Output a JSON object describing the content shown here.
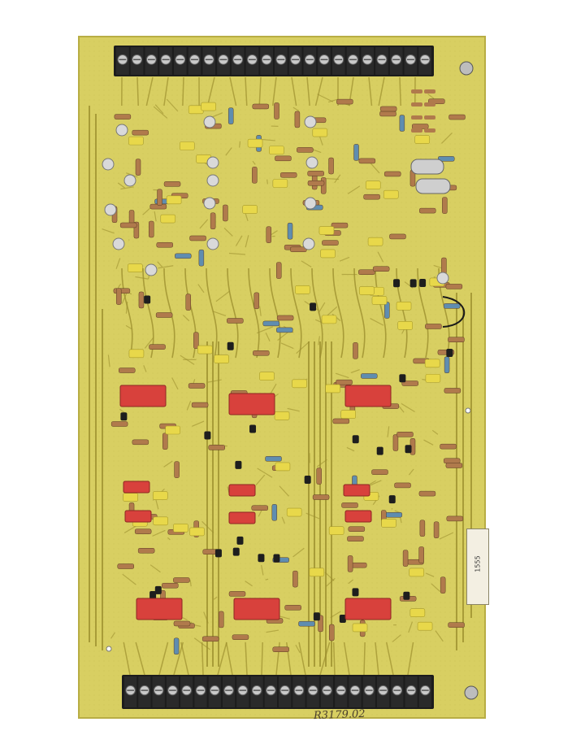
{
  "image": {
    "subject": "printed-circuit-board",
    "colors": {
      "board": "#d8cf62",
      "board_edge": "#c6bb4a",
      "trace": "#9c8f2e",
      "terminal_block": "#1c1c1c",
      "screw": "#c9c9c9",
      "relay_red": "#d8413c",
      "cap_yellow": "#e8d84a",
      "resistor": "#b07a4c",
      "can_cap": "#d9d9d9"
    }
  },
  "labels": {
    "serial": "R3179.02",
    "sticker": "1555"
  },
  "top_terminals": 22,
  "bottom_terminals": 22
}
